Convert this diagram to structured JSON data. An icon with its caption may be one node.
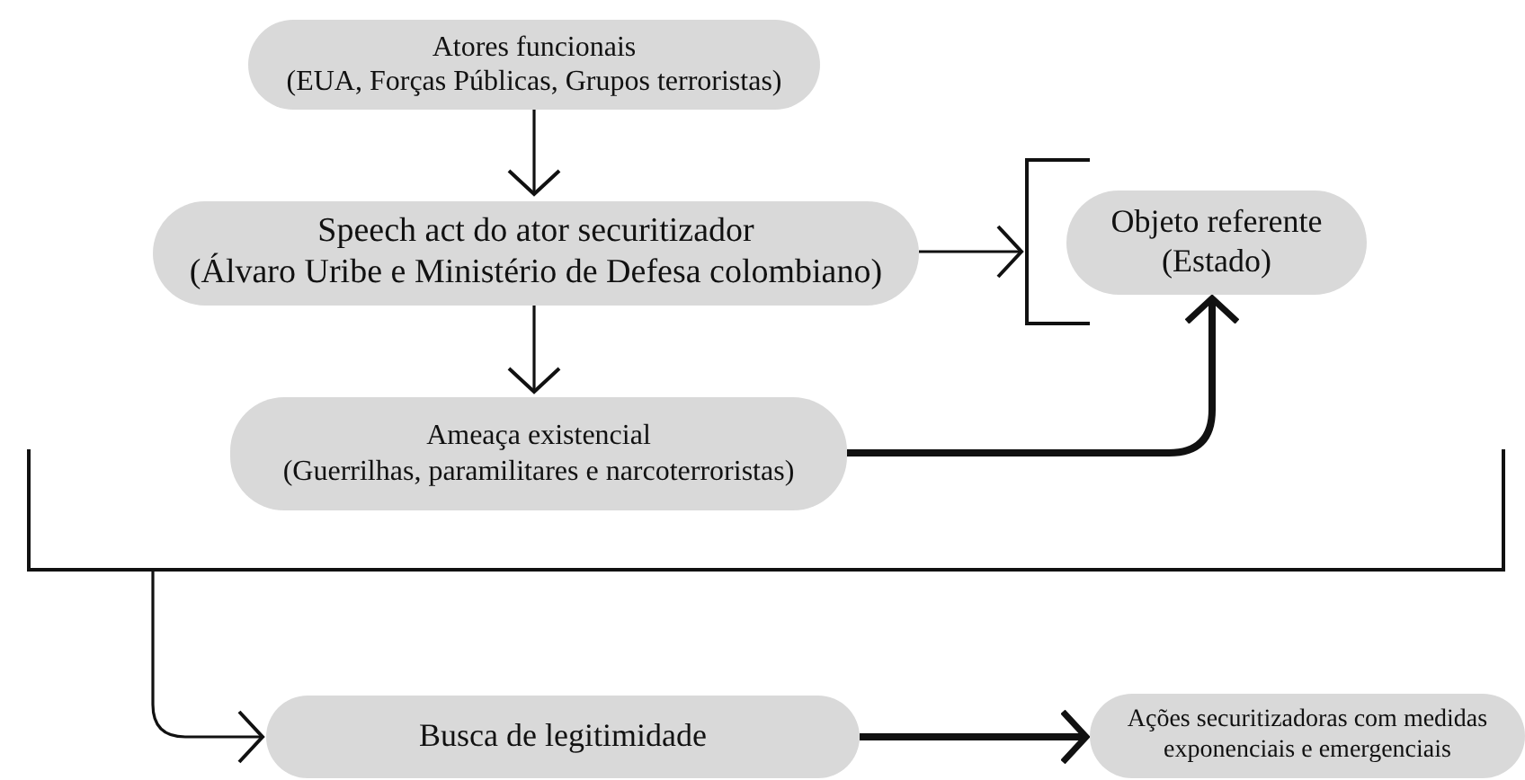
{
  "diagram": {
    "nodes": [
      {
        "text": [
          "Atores funcionais",
          "(EUA, Forças Públicas, Grupos terroristas)"
        ]
      },
      {
        "text": [
          "Speech act do ator securitizador",
          "(Álvaro Uribe e Ministério de Defesa colombiano)"
        ]
      },
      {
        "text": [],
        "shape": "bracket"
      },
      {
        "text": [
          "Objeto referente",
          "(Estado)"
        ],
        "in": 2
      },
      {
        "text": [
          "Ameaça existencial",
          "(Guerrilhas, paramilitares e narcoterroristas)"
        ]
      },
      {
        "text": [],
        "shape": "bracket"
      },
      {
        "text": [
          "Busca de legitimidade"
        ]
      },
      {
        "text": [
          "Ações securitizadoras com medidas exponenciais e emergenciais"
        ]
      }
    ],
    "edges": [
      {
        "from": 0,
        "to": 1,
        "arrow": "to"
      },
      {
        "from": 1,
        "to": 2,
        "arrow": "to"
      },
      {
        "from": 1,
        "to": 4,
        "arrow": "to"
      },
      {
        "from": 4,
        "to": 3,
        "arrow": "to",
        "style": "thick"
      },
      {
        "from": 5,
        "to": 6,
        "arrow": "to"
      },
      {
        "from": 6,
        "to": 7,
        "arrow": "to",
        "style": "thick"
      }
    ]
  }
}
